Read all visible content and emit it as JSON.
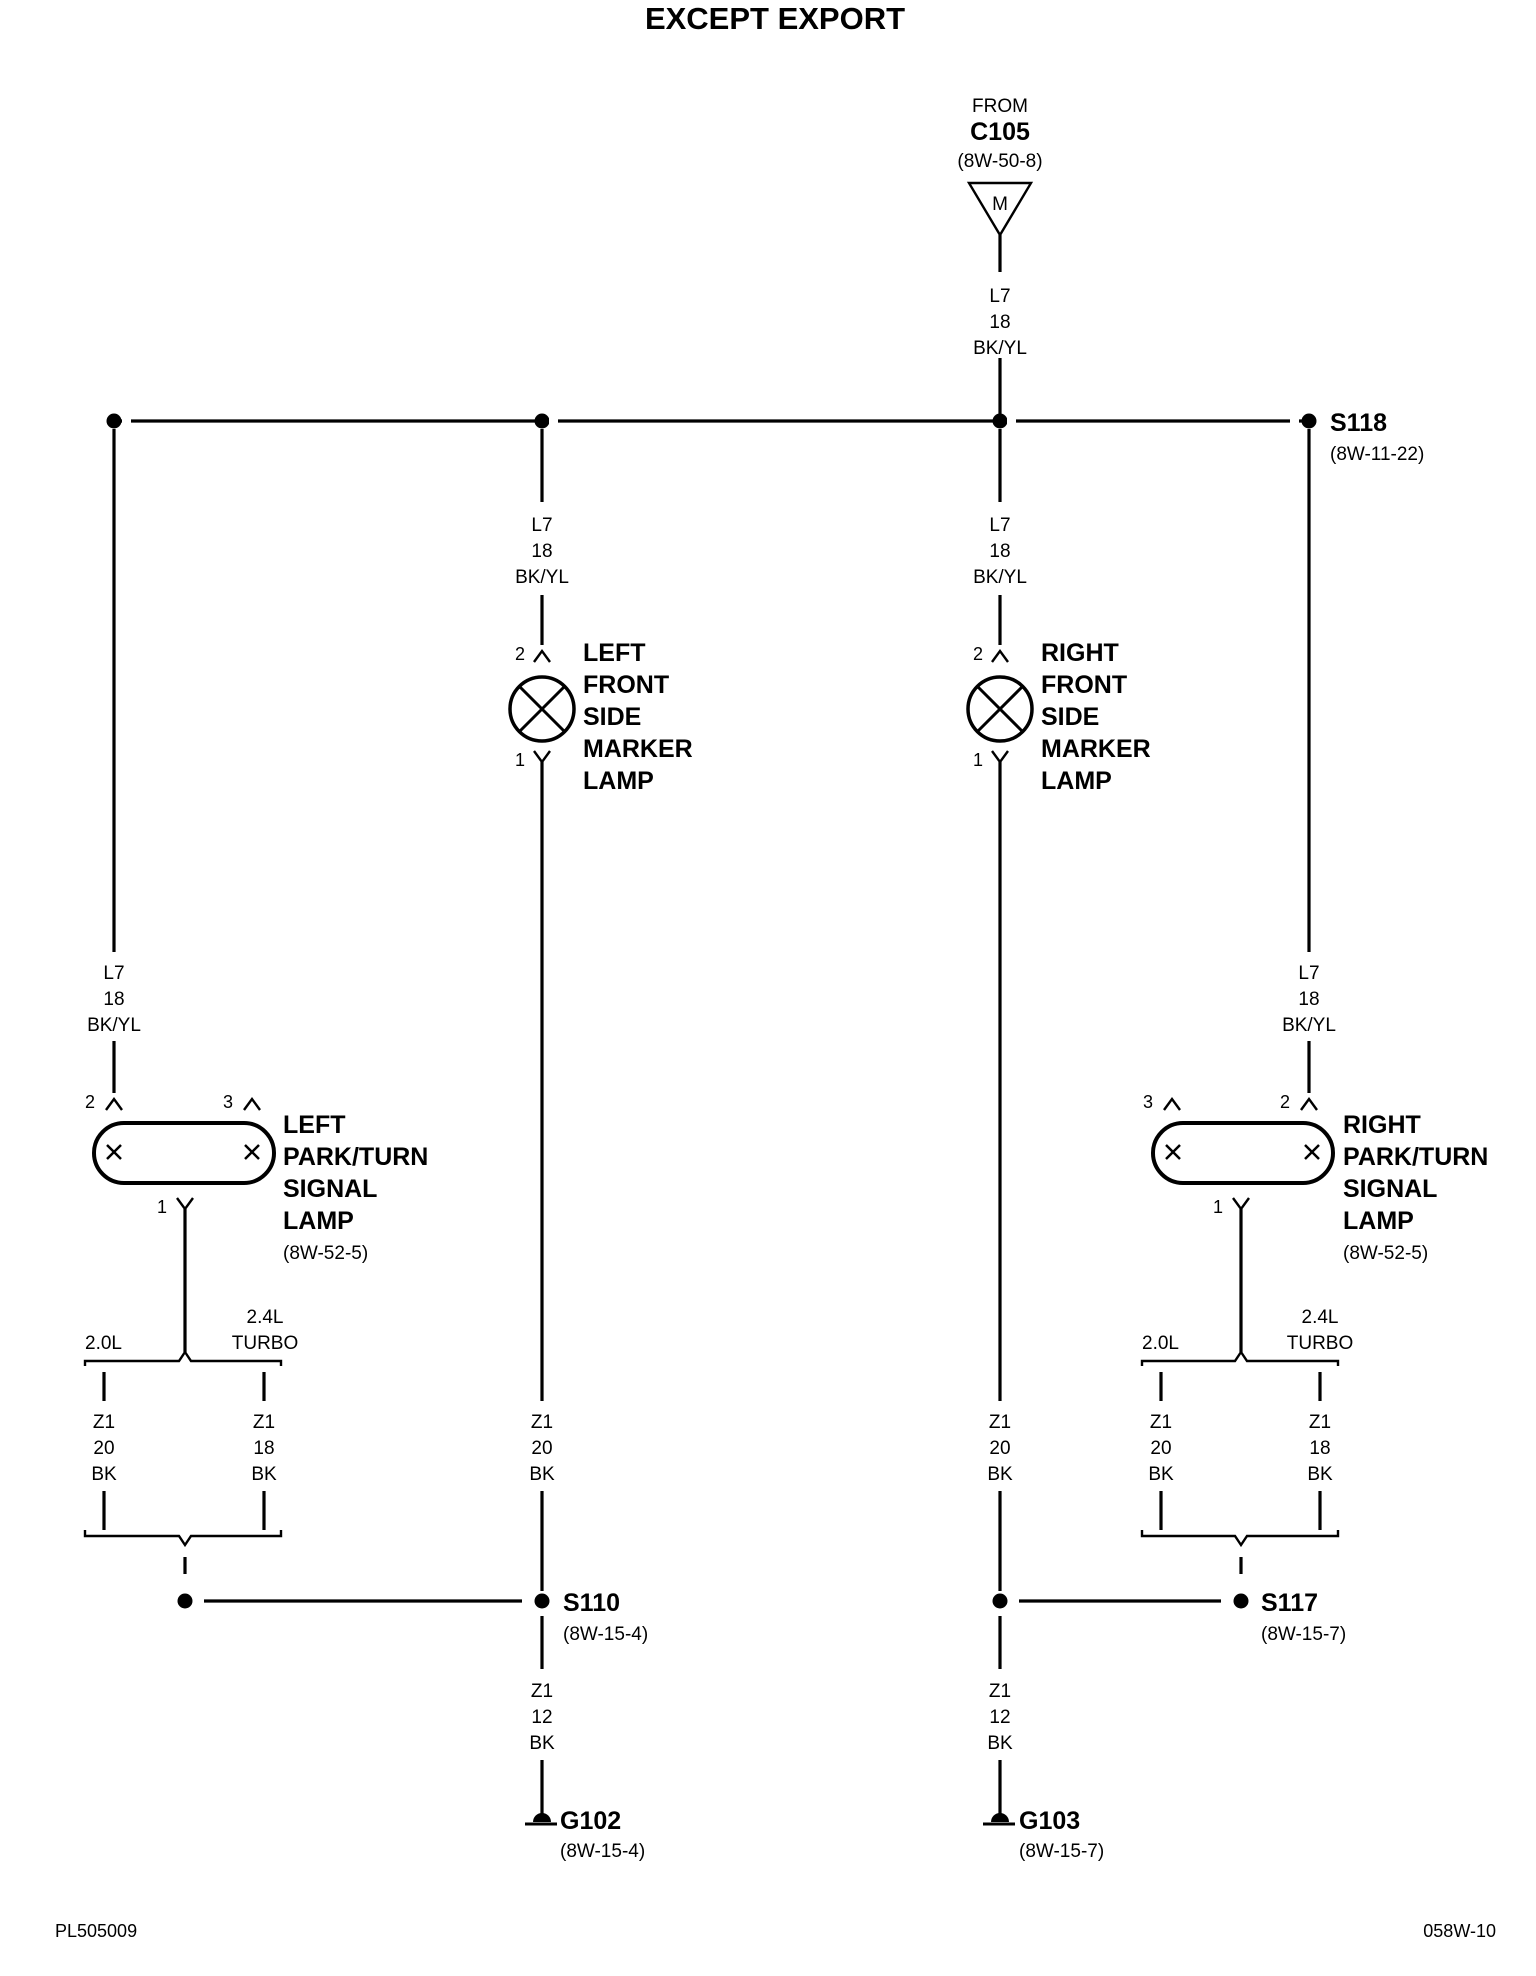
{
  "title": "EXCEPT EXPORT",
  "source": {
    "from_label": "FROM",
    "connector": "C105",
    "ref": "(8W-50-8)",
    "symbol_letter": "M"
  },
  "wires": {
    "l7": {
      "circuit": "L7",
      "gauge": "18",
      "color": "BK/YL"
    },
    "z1_20": {
      "circuit": "Z1",
      "gauge": "20",
      "color": "BK"
    },
    "z1_18": {
      "circuit": "Z1",
      "gauge": "18",
      "color": "BK"
    },
    "z1_12": {
      "circuit": "Z1",
      "gauge": "12",
      "color": "BK"
    }
  },
  "splices": {
    "s118": {
      "name": "S118",
      "ref": "(8W-11-22)"
    },
    "s110": {
      "name": "S110",
      "ref": "(8W-15-4)"
    },
    "s117": {
      "name": "S117",
      "ref": "(8W-15-7)"
    }
  },
  "grounds": {
    "g102": {
      "name": "G102",
      "ref": "(8W-15-4)"
    },
    "g103": {
      "name": "G103",
      "ref": "(8W-15-7)"
    }
  },
  "lamps": {
    "left_marker": {
      "lines": [
        "LEFT",
        "FRONT",
        "SIDE",
        "MARKER",
        "LAMP"
      ],
      "pin_top": "2",
      "pin_bottom": "1"
    },
    "right_marker": {
      "lines": [
        "RIGHT",
        "FRONT",
        "SIDE",
        "MARKER",
        "LAMP"
      ],
      "pin_top": "2",
      "pin_bottom": "1"
    },
    "left_park": {
      "lines": [
        "LEFT",
        "PARK/TURN",
        "SIGNAL",
        "LAMP"
      ],
      "ref": "(8W-52-5)",
      "pin_a": "2",
      "pin_b": "3",
      "pin_out": "1"
    },
    "right_park": {
      "lines": [
        "RIGHT",
        "PARK/TURN",
        "SIGNAL",
        "LAMP"
      ],
      "ref": "(8W-52-5)",
      "pin_a": "3",
      "pin_b": "2",
      "pin_out": "1"
    }
  },
  "engine_options": {
    "a": "2.0L",
    "b_line1": "2.4L",
    "b_line2": "TURBO"
  },
  "footer": {
    "left": "PL505009",
    "right": "058W-10"
  }
}
